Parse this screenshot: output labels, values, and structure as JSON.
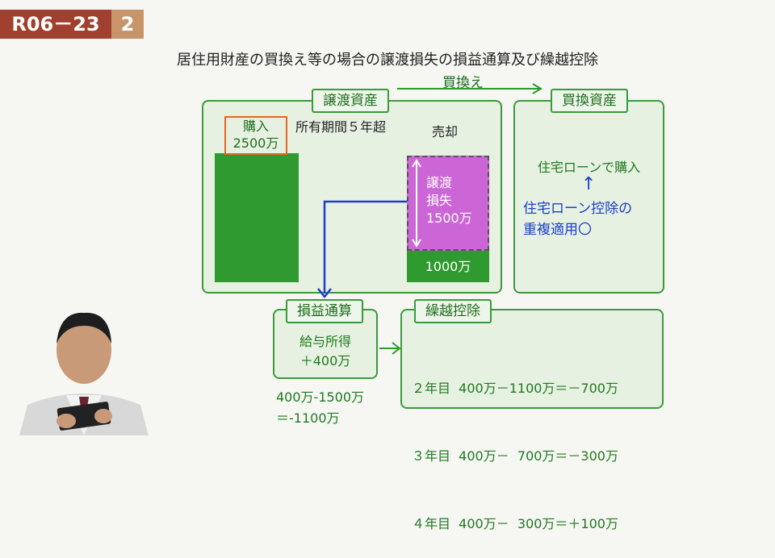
{
  "header": {
    "code": "R06－23",
    "number": "2"
  },
  "title": "居住用財産の買換え等の場合の譲渡損失の損益通算及び繰越控除",
  "arrow_label": "買換え",
  "left_panel": {
    "tag": "譲渡資産",
    "period": "所有期間５年超",
    "purchase_label": "購入",
    "purchase_amount": "2500万",
    "sale_label": "売却",
    "loss_label_1": "譲渡",
    "loss_label_2": "損失",
    "loss_amount": "1500万",
    "sale_amount": "1000万"
  },
  "right_panel": {
    "tag": "買換資産",
    "line1": "住宅ローンで購入",
    "arrow": "↑",
    "line2": "住宅ローン控除の",
    "line3": "重複適用〇"
  },
  "offset": {
    "tag": "損益通算",
    "line1": "給与所得",
    "line2": "＋400万",
    "calc1": "400万-1500万",
    "calc2": "＝-1100万"
  },
  "carry": {
    "tag": "繰越控除",
    "rows": [
      "２年目  400万－1100万＝－700万",
      "３年目  400万－  700万＝－300万",
      "４年目  400万－  300万＝＋100万"
    ]
  },
  "colors": {
    "green": "#2f9a2f",
    "purple": "#cc66d6",
    "orange": "#e8661e",
    "blue": "#1a3fc8"
  }
}
